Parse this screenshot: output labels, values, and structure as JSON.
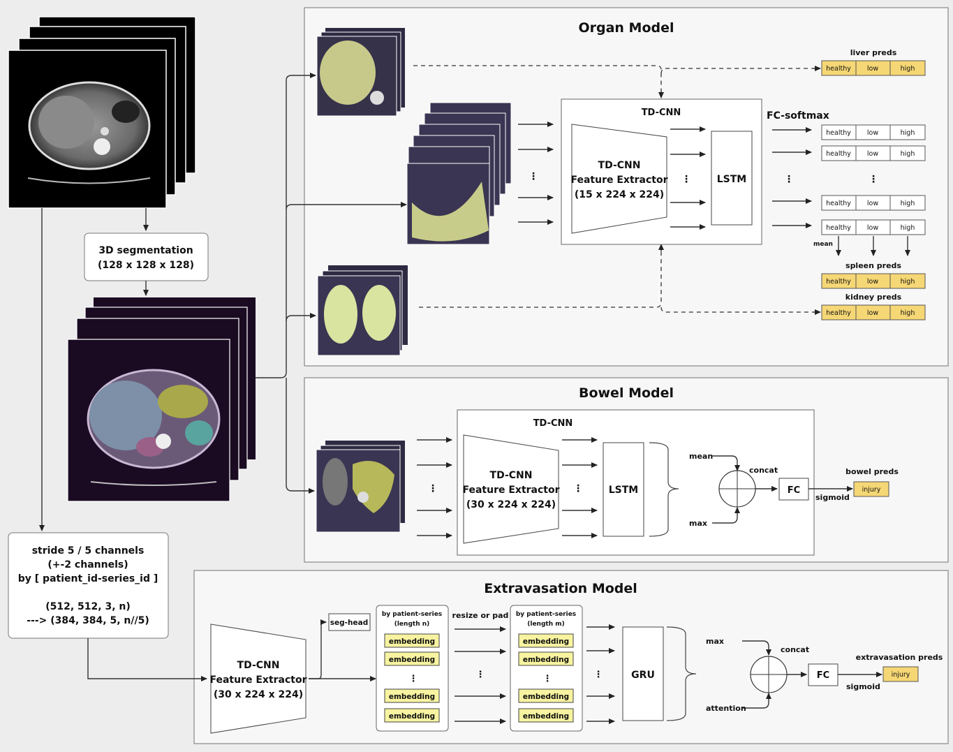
{
  "panels": {
    "organ_title": "Organ Model",
    "bowel_title": "Bowel Model",
    "extrav_title": "Extravasation Model"
  },
  "preprocess": {
    "seg_line1": "3D segmentation",
    "seg_line2": "(128 x 128 x 128)",
    "stride_line1": "stride 5 / 5 channels",
    "stride_line2": "(+-2 channels)",
    "stride_line3": "by [ patient_id-series_id ]",
    "stride_line4": "(512, 512, 3, n)",
    "stride_line5": "---> (384, 384, 5, n//5)"
  },
  "organ": {
    "tdcnn_label": "TD-CNN",
    "fe_line1": "TD-CNN",
    "fe_line2": "Feature Extractor",
    "fe_line3": "(15 x 224 x 224)",
    "lstm": "LSTM",
    "fc_softmax": "FC-softmax",
    "liver_preds": "liver preds",
    "spleen_preds": "spleen preds",
    "kidney_preds": "kidney preds",
    "mean": "mean",
    "classes": [
      "healthy",
      "low",
      "high"
    ],
    "dots": "⋮"
  },
  "bowel": {
    "tdcnn_label": "TD-CNN",
    "fe_line1": "TD-CNN",
    "fe_line2": "Feature Extractor",
    "fe_line3": "(30 x 224 x 224)",
    "lstm": "LSTM",
    "mean": "mean",
    "max": "max",
    "concat": "concat",
    "fc": "FC",
    "sigmoid": "sigmoid",
    "preds_label": "bowel preds",
    "injury": "injury"
  },
  "extrav": {
    "fe_line1": "TD-CNN",
    "fe_line2": "Feature Extractor",
    "fe_line3": "(30 x 224 x 224)",
    "seg_head": "seg-head",
    "by_n_line1": "by patient-series",
    "by_n_line2": "(length n)",
    "by_m_line1": "by patient-series",
    "by_m_line2": "(length m)",
    "resize": "resize or pad",
    "embedding": "embedding",
    "gru": "GRU",
    "max": "max",
    "attention": "attention",
    "concat": "concat",
    "fc": "FC",
    "sigmoid": "sigmoid",
    "preds_label": "extravasation preds",
    "injury": "injury"
  },
  "colors": {
    "pred_yellow": "#f6d775",
    "emb_yellow": "#f7f3a0",
    "panel_bg": "#f7f7f7"
  }
}
